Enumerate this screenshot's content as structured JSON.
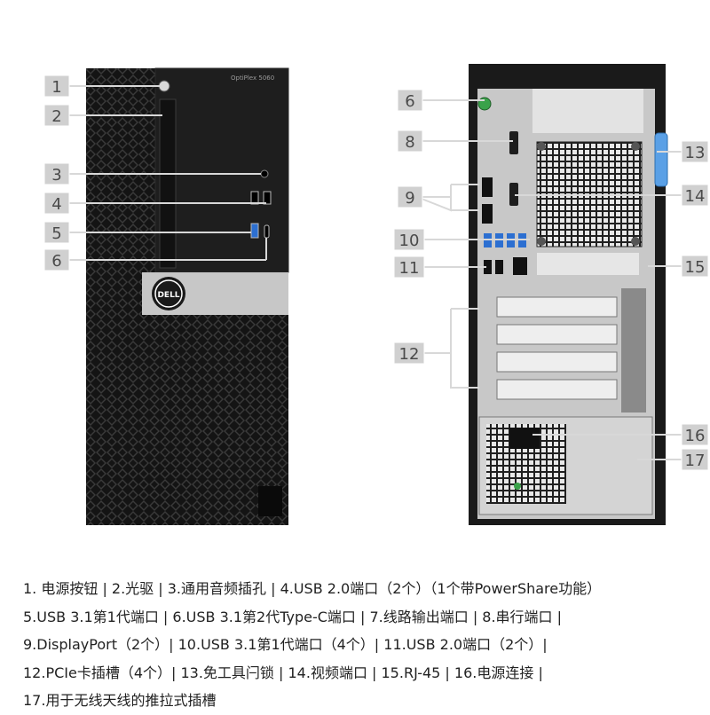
{
  "front_view": {
    "model_label": "OptiPlex 5060",
    "brand_logo": "DELL",
    "callouts": [
      "1",
      "2",
      "3",
      "4",
      "5",
      "6"
    ]
  },
  "rear_view": {
    "callouts": [
      "6",
      "8",
      "9",
      "10",
      "11",
      "12",
      "13",
      "14",
      "15",
      "16",
      "17"
    ]
  },
  "legend": {
    "lines": [
      "1. 电源按钮 | 2.光驱 | 3.通用音频插孔 | 4.USB 2.0端口（2个）（1个带PowerShare功能）",
      "5.USB 3.1第1代端口 | 6.USB 3.1第2代Type-C端口 | 7.线路输出端口 | 8.串行端口 |",
      "9.DisplayPort（2个）| 10.USB 3.1第1代端口（4个）| 11.USB 2.0端口（2个）|",
      "12.PCIe卡插槽（4个）| 13.免工具闩锁 | 14.视频端口 | 15.RJ-45 | 16.电源连接 |",
      "17.用于无线天线的推拉式插槽"
    ]
  },
  "colors": {
    "callout_box": "#d0d0d0",
    "callout_text": "#4a4a4a",
    "chassis": "#1a1a1a",
    "rear_panel": "#c8c8c8",
    "latch_blue": "#5aa0e6",
    "usb3_blue": "#2c6fd1"
  }
}
